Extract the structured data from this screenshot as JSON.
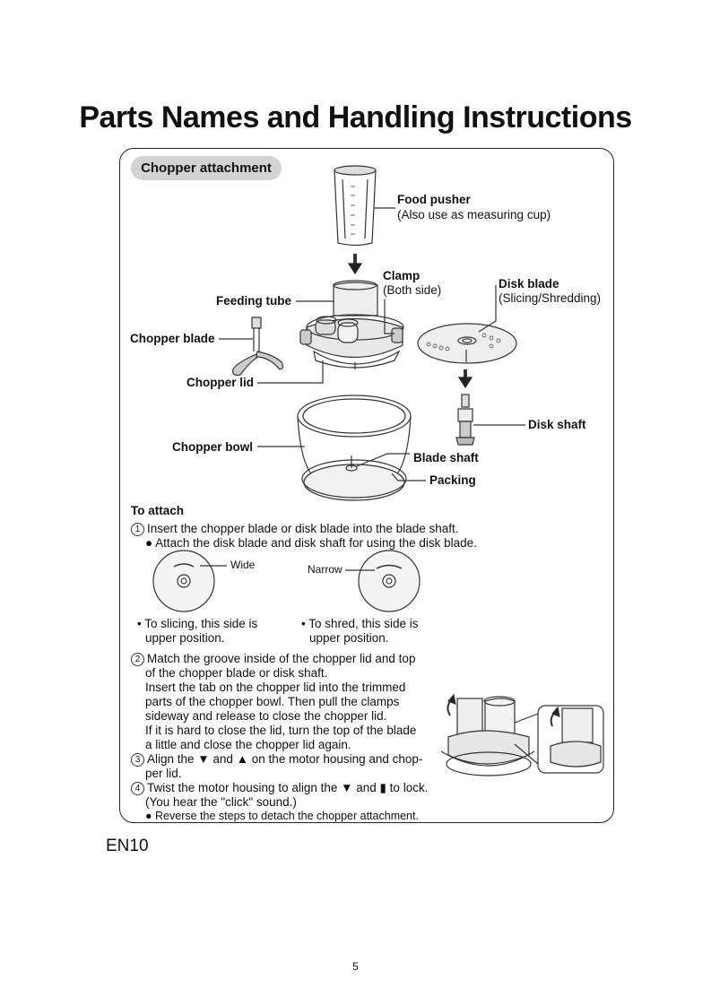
{
  "page": {
    "title": "Parts Names and Handling Instructions",
    "section_badge": "Chopper attachment",
    "page_code": "EN10",
    "page_number": "5"
  },
  "parts": {
    "food_pusher": "Food pusher",
    "food_pusher_note": "(Also use as measuring cup)",
    "clamp": "Clamp",
    "clamp_note": "(Both side)",
    "disk_blade": "Disk blade",
    "disk_blade_note": "(Slicing/Shredding)",
    "feeding_tube": "Feeding tube",
    "chopper_blade": "Chopper blade",
    "chopper_lid": "Chopper lid",
    "disk_shaft": "Disk shaft",
    "chopper_bowl": "Chopper bowl",
    "blade_shaft": "Blade shaft",
    "packing": "Packing"
  },
  "attach": {
    "heading": "To attach",
    "step1_num": "1",
    "step1": "Insert the chopper blade or disk blade into the blade shaft.",
    "step1_bullet": "● Attach the disk blade and disk shaft for using the disk blade.",
    "wide": "Wide",
    "narrow": "Narrow",
    "slice_line1": "• To slicing, this side is",
    "slice_line2": "upper position.",
    "shred_line1": "• To shred, this side is",
    "shred_line2": "upper position.",
    "step2_num": "2",
    "step2_lines": [
      "Match the groove inside of the chopper lid and top",
      "of the chopper blade or disk shaft.",
      "Insert the tab on the chopper lid into the trimmed",
      "parts of the chopper bowl. Then pull the clamps",
      "sideway and release to close the chopper lid.",
      "If it is hard to close the lid, turn the top of the blade",
      "a little and close the chopper lid again."
    ],
    "step3_num": "3",
    "step3_a": "Align the ▼ and ▲ on the motor housing and chop-",
    "step3_b": "per lid.",
    "step4_num": "4",
    "step4_a": "Twist the motor housing  to align the ▼ and ▮ to lock.",
    "step4_b": "(You hear the \"click\" sound.)",
    "step4_bullet": "● Reverse the steps to detach the chopper attachment."
  }
}
